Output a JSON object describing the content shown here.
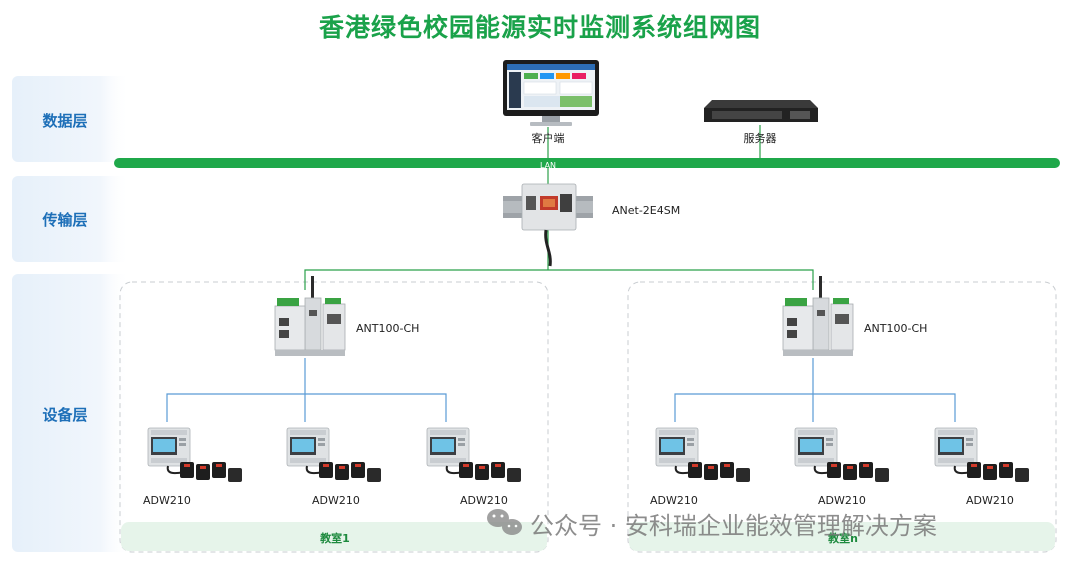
{
  "title": "香港绿色校园能源实时监测系统组网图",
  "layers": {
    "data": "数据层",
    "transport": "传输层",
    "device": "设备层"
  },
  "nodes": {
    "client": "客户端",
    "server": "服务器",
    "lan": "LAN",
    "gateway": "ANet-2E4SM",
    "ant_left": "ANT100-CH",
    "ant_right": "ANT100-CH",
    "meter": "ADW210"
  },
  "rooms": {
    "left": "教室1",
    "right": "教室n"
  },
  "watermark": "公众号 · 安科瑞企业能效管理解决方案",
  "colors": {
    "title": "#1aa24a",
    "layer_text": "#1d6fb8",
    "lan_bar": "#1fa84a",
    "green_line": "#2aa04a",
    "blue_line": "#5a9bd5"
  }
}
